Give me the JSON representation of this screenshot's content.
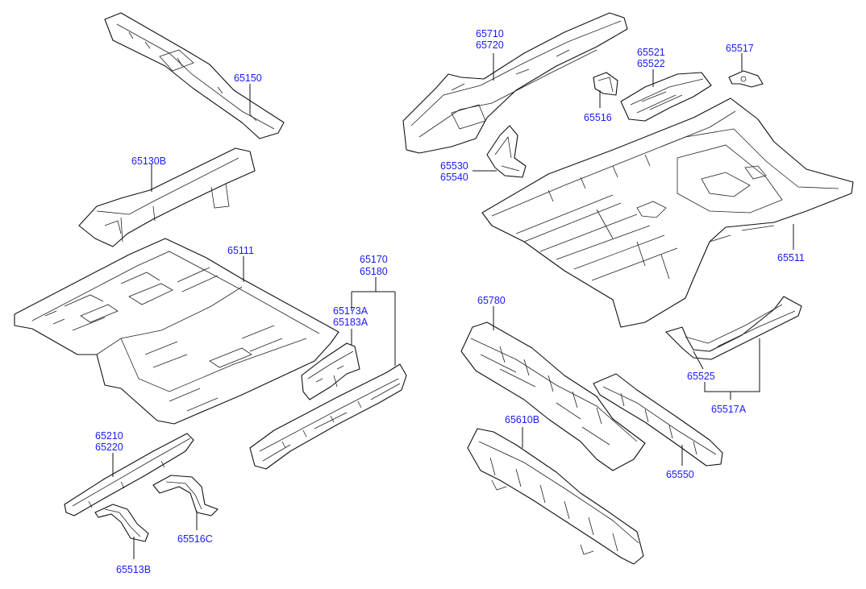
{
  "labels": {
    "p65150": "65150",
    "p65130B": "65130B",
    "p65111": "65111",
    "p65170": "65170",
    "p65180": "65180",
    "p65173A": "65173A",
    "p65183A": "65183A",
    "p65210": "65210",
    "p65220": "65220",
    "p65513B": "65513B",
    "p65516C": "65516C",
    "p65710": "65710",
    "p65720": "65720",
    "p65521": "65521",
    "p65522": "65522",
    "p65517": "65517",
    "p65516": "65516",
    "p65530": "65530",
    "p65540": "65540",
    "p65511": "65511",
    "p65780": "65780",
    "p65525": "65525",
    "p65517A": "65517A",
    "p65610B": "65610B",
    "p65550": "65550"
  },
  "colors": {
    "label": "#1a1aff",
    "line": "#111111",
    "background": "#ffffff"
  }
}
